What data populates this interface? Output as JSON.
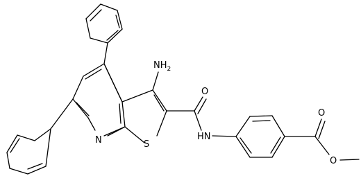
{
  "molecule": {
    "atom_labels": {
      "amino": "NH",
      "amino_subscript": "2",
      "pyridine_n": "N",
      "thiophene_s": "S",
      "amide_nh": "HN",
      "amide_o": "O",
      "ester_o_carbonyl": "O",
      "ester_o_ether": "O"
    }
  }
}
